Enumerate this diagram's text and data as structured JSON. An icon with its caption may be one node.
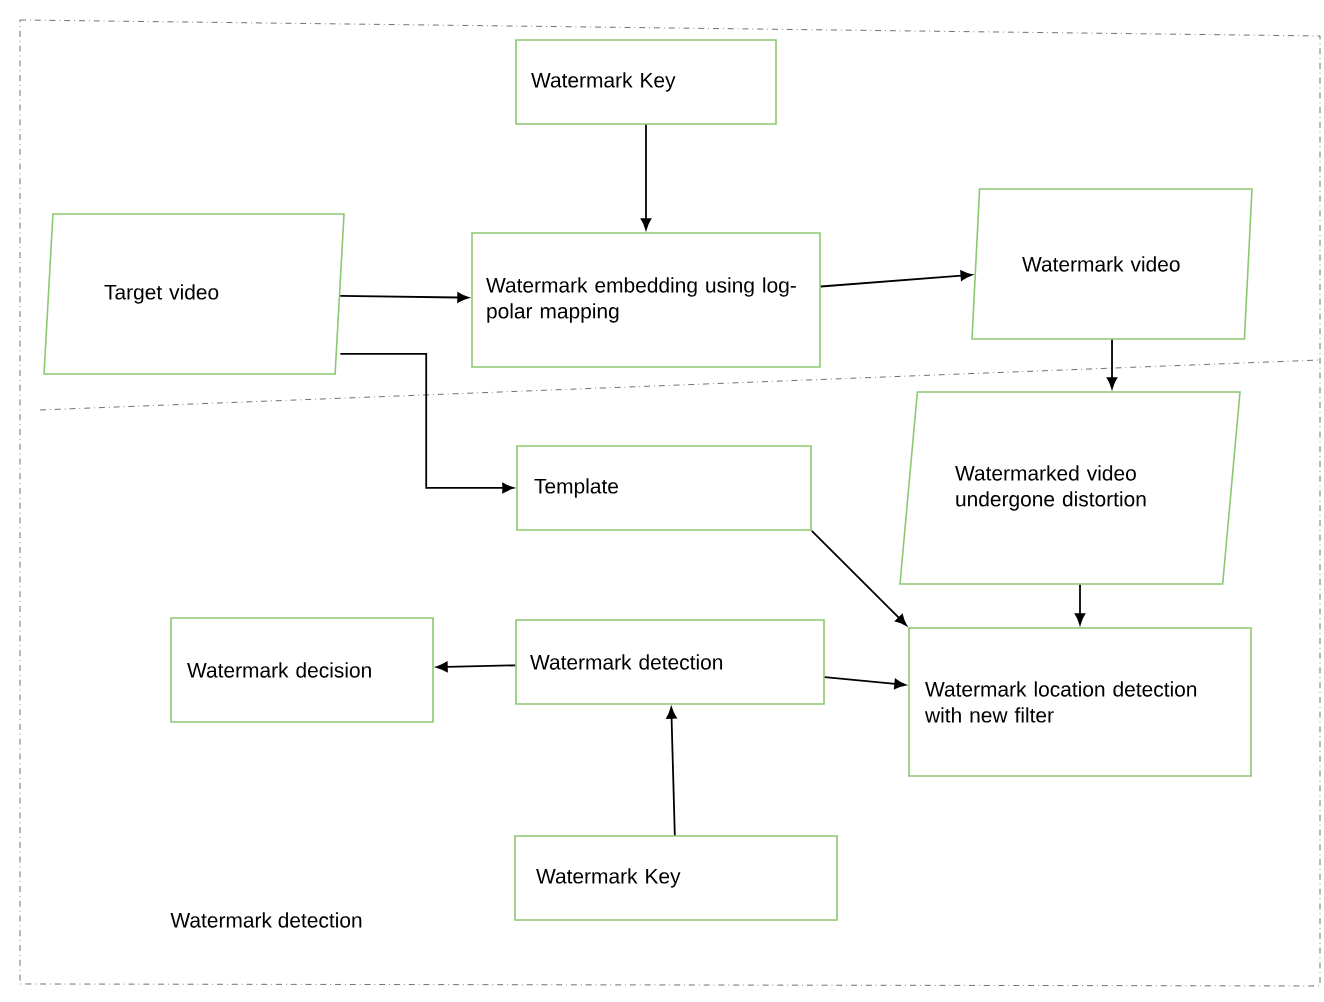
{
  "diagram": {
    "nodes": [
      {
        "text": [
          "Target video"
        ]
      },
      {
        "text": [
          "Watermark Key"
        ]
      },
      {
        "text": [
          "Watermark embedding using log-polar mapping"
        ]
      },
      {
        "text": [
          "Watermark video"
        ]
      },
      {
        "text": [
          "Template"
        ]
      },
      {
        "text": [
          "Watermarked video undergone distortion"
        ]
      },
      {
        "text": [
          "Watermark decision"
        ]
      },
      {
        "text": [
          "Watermark detection"
        ]
      },
      {
        "text": [
          "Watermark location detection with new filter"
        ]
      },
      {
        "text": [
          "Watermark Key"
        ]
      }
    ],
    "edges": [
      {
        "from": 1,
        "to": 2,
        "arrow": "to"
      },
      {
        "from": 0,
        "to": 2,
        "arrow": "to"
      },
      {
        "from": 2,
        "to": 3,
        "arrow": "to"
      },
      {
        "from": 3,
        "to": 5,
        "arrow": "to"
      },
      {
        "from": 0,
        "to": 4,
        "arrow": "to"
      },
      {
        "from": 4,
        "to": 8,
        "arrow": "to"
      },
      {
        "from": 5,
        "to": 8,
        "arrow": "to"
      },
      {
        "from": 7,
        "to": 6,
        "arrow": "to"
      },
      {
        "from": 7,
        "to": 8,
        "arrow": "to"
      },
      {
        "from": 9,
        "to": 7,
        "arrow": "to"
      }
    ],
    "labels": [
      "Watermark detection"
    ]
  }
}
